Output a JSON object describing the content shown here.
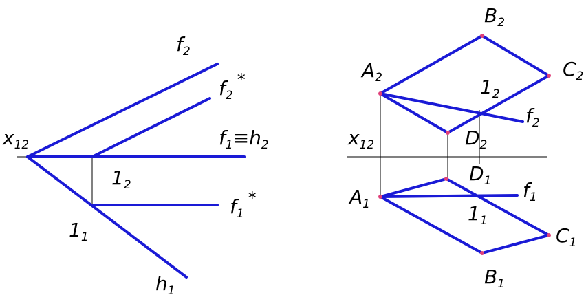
{
  "left_figure": {
    "labels": {
      "x12": {
        "main": "x",
        "sub": "12"
      },
      "f2": {
        "main": "f",
        "sub": "2"
      },
      "f2_star": {
        "main": "f",
        "sub": "2",
        "sup": "*"
      },
      "f1_eq_h2": {
        "main": "f",
        "sub": "1",
        "mid": "≡h",
        "sub2": "2"
      },
      "one2": {
        "main": "1",
        "sub": "2"
      },
      "one1": {
        "main": "1",
        "sub": "1"
      },
      "f1_star": {
        "main": "f",
        "sub": "1",
        "sup": "*"
      },
      "h1": {
        "main": "h",
        "sub": "1"
      }
    }
  },
  "right_figure": {
    "labels": {
      "B2": {
        "main": "B",
        "sub": "2"
      },
      "A2": {
        "main": "A",
        "sub": "2"
      },
      "C2": {
        "main": "C",
        "sub": "2"
      },
      "one2": {
        "main": "1",
        "sub": "2"
      },
      "f2": {
        "main": "f",
        "sub": "2"
      },
      "x12": {
        "main": "x",
        "sub": "12"
      },
      "D2": {
        "main": "D",
        "sub": "2"
      },
      "D1": {
        "main": "D",
        "sub": "1"
      },
      "A1": {
        "main": "A",
        "sub": "1"
      },
      "f1": {
        "main": "f",
        "sub": "1"
      },
      "one1": {
        "main": "1",
        "sub": "1"
      },
      "C1": {
        "main": "C",
        "sub": "1"
      },
      "B1": {
        "main": "B",
        "sub": "1"
      }
    }
  },
  "colors": {
    "line": "#1a1ad6",
    "point": "#e0407a",
    "axis": "#000000"
  }
}
